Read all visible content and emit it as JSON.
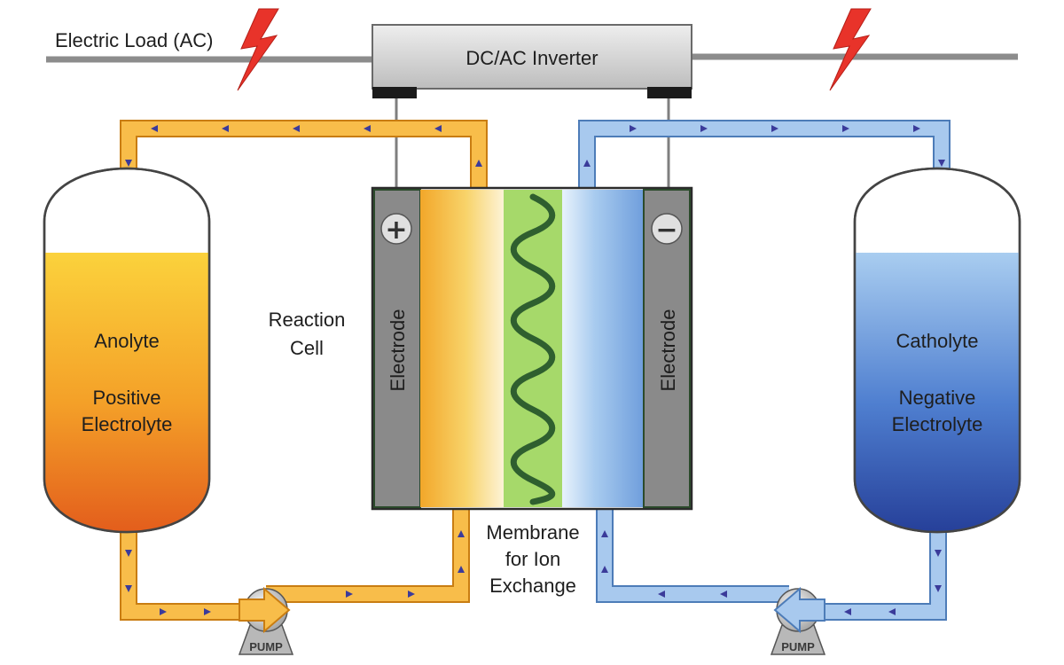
{
  "power": {
    "load_label": "Electric Load (AC)",
    "inverter_label": "DC/AC Inverter"
  },
  "cell": {
    "reaction_cell_label_line1": "Reaction",
    "reaction_cell_label_line2": "Cell",
    "left_electrode_label": "Electrode",
    "right_electrode_label": "Electrode",
    "positive_sign": "+",
    "negative_sign": "−",
    "membrane_label_line1": "Membrane",
    "membrane_label_line2": "for Ion",
    "membrane_label_line3": "Exchange"
  },
  "tanks": {
    "left": {
      "name": "Anolyte",
      "desc_line1": "Positive",
      "desc_line2": "Electrolyte"
    },
    "right": {
      "name": "Catholyte",
      "desc_line1": "Negative",
      "desc_line2": "Electrolyte"
    }
  },
  "pumps": {
    "left_label": "PUMP",
    "right_label": "PUMP"
  },
  "colors": {
    "orange_pipe": "#f5a623",
    "blue_pipe": "#8fb8e8",
    "flow_arrow": "#3b3b9a",
    "membrane": "#a6d96a",
    "spring": "#2f5f2f",
    "electrode": "#8a8a8a",
    "bolt": "#e8332a",
    "wire": "#8c8c8c"
  }
}
